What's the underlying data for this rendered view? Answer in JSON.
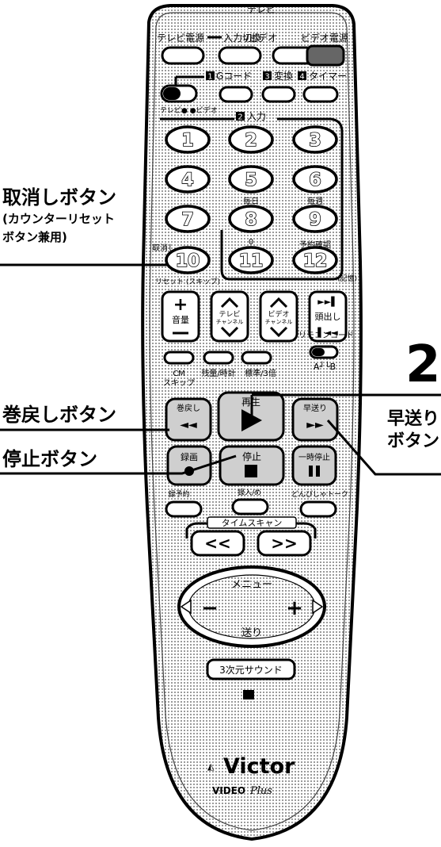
{
  "callouts": {
    "right_step": "2",
    "cancel": {
      "title": "取消しボタン",
      "sub1": "(カウンターリセット",
      "sub2": "ボタン兼用)"
    },
    "rewind": "巻戻しボタン",
    "stop": "停止ボタン",
    "ffwd1": "早送り",
    "ffwd2": "ボタン"
  },
  "remote": {
    "top": {
      "tv_video_1": "テレビ",
      "tv_video_2": "/ビデオ",
      "tv_power": "テレビ電源",
      "input_switch": "入力切換",
      "video_power": "ビデオ電源"
    },
    "row2": {
      "badge1": "1",
      "gcode": "Gコード",
      "badge3": "3",
      "convert": "変換",
      "badge4": "4",
      "timer": "タイマー",
      "switch_label": "テレビ● ●ビデオ"
    },
    "input_label_badge": "2",
    "input_label": "入力",
    "numbers": [
      "1",
      "2",
      "3",
      "4",
      "5",
      "6",
      "7",
      "8",
      "9",
      "10",
      "11",
      "12"
    ],
    "labels": {
      "daily": "毎日",
      "weekly": "毎週",
      "zero": "0",
      "torikeshi": "取消し",
      "yoyaku": "予約確認",
      "reset_skip": "リセット (スキップ)",
      "kioku": "(記憶)"
    },
    "rocker": {
      "volume": "音量",
      "tv_ch_1": "テレビ",
      "tv_ch_2": "チャンネル",
      "video_ch_1": "ビデオ",
      "video_ch_2": "チャンネル",
      "cue": "頭出し"
    },
    "mid": {
      "cm_1": "CM",
      "cm_2": "スキップ",
      "remain_clock": "残量/時計",
      "std_3x": "標準/3倍",
      "remocon_code": "リモコンコード",
      "ab": "A┘└B"
    },
    "transport": {
      "play": "再生",
      "rewind": "巻戻し",
      "ffwd": "早送り",
      "record": "録画",
      "stop": "停止",
      "pause": "一時停止"
    },
    "lower": {
      "rec_left": "録予約",
      "insert_edit": "録入/め",
      "donpisha": "どんぴしゃトーク",
      "time_scan": "タイムスキャン",
      "menu": "メニュー",
      "send": "送り",
      "surround": "3次元サウンド"
    },
    "brand": "Victor",
    "brand_sub": "VIDEO",
    "brand_script": "Plus"
  },
  "colors": {
    "ink": "#000000",
    "paper": "#ffffff",
    "stipple": "#a8a8a8"
  }
}
